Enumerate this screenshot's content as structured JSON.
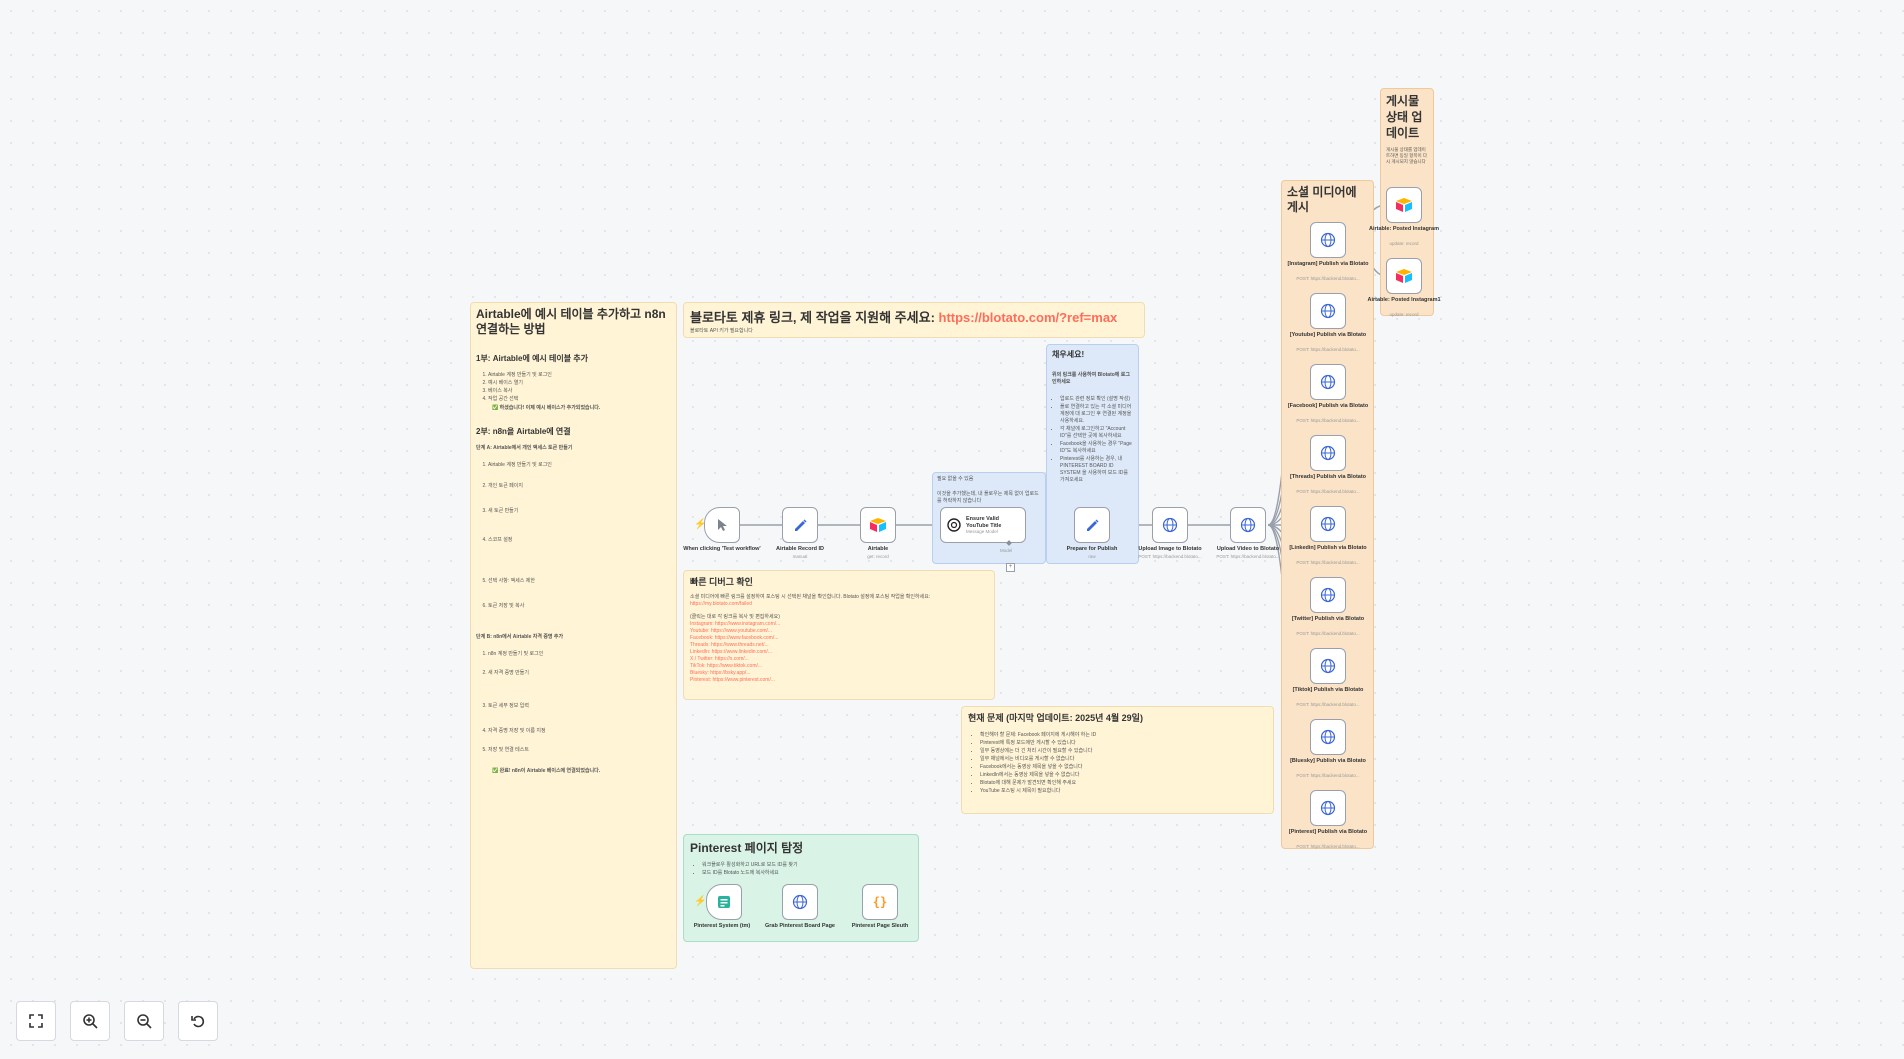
{
  "notes": {
    "airtable_guide": {
      "title": "Airtable에 예시 테이블 추가하고 n8n 연결하는 방법",
      "part1_heading": "1부: Airtable에 예시 테이블 추가",
      "part1_items": [
        "Airtable 계정 만들기 및 로그인",
        "예시 베이스 열기",
        "베이스 복사",
        "작업 공간 선택",
        "✅ 하셨습니다! 이제 예시 베이스가 추가되었습니다."
      ],
      "part2_heading": "2부: n8n을 Airtable에 연결",
      "step_a": "단계 A: Airtable에서 개인 액세스 토큰 만들기",
      "step_a_items": [
        "Airtable 계정 만들기 및 로그인",
        "개인 토큰 페이지",
        "새 토큰 만들기",
        "스코프 설정",
        "선택 사항: 액세스 제한",
        "토큰 저장 및 복사"
      ],
      "step_b": "단계 B: n8n에서 Airtable 자격 증명 추가",
      "step_b_items": [
        "n8n 계정 만들기 및 로그인",
        "새 자격 증명 만들기",
        "토큰 세부 정보 입력",
        "자격 증명 저장 및 이름 지정",
        "저장 및 연결 테스트",
        "✅ 완료! n8n이 Airtable 베이스에 연결되었습니다."
      ]
    },
    "blotato_banner": {
      "title": "블로타토 제휴 링크, 제 작업을 지원해 주세요: ",
      "link": "https://blotato.com/?ref=max",
      "sub": "블로타토 API 키가 필요합니다"
    },
    "fill_in": {
      "title": "채우세요!",
      "body": "위의 링크를 사용하여 Blotato에 로그인하세요",
      "items": [
        "업로드 관련 정보 확인 (설명 작성)",
        "플로 연결하고 있는 각 소셜 미디어 계정에 대 로그인 후 연결된 계정을 사용하세요.",
        "각 채널에 로그인하고 \"Account ID\"를 선택한 곳에 복사하세요",
        "Facebook을 사용하는 경우 \"Page ID\"도 복사하세요",
        "Pinterest를 사용하는 경우, 내 PINTEREST BOARD ID SYSTEM 을 사용하여 보드 ID를 가져오세요"
      ]
    },
    "blue_sticky_small": {
      "title": "필요 없을 수 있음",
      "body": "이것을 추가했는데, 내 플로우는 제목 없이 업로드를 허락하지 않습니다"
    },
    "quick_debug": {
      "title": "빠른 디버그 확인",
      "body": "소셜 미디어에 빠른 링크를 설정하여 포스팅 시 선택된 채널을 확인합니다. Blotato 설정에 포스팅 작업을 확인하세요: ",
      "link": "https://my.blotato.com/failed",
      "links_intro": "(클릭는 대로 각 링크를 복사 및 편집하세요)",
      "links": [
        "Instagram: https://www.instagram.com/...",
        "Youtube: https://www.youtube.com/...",
        "Facebook: https://www.facebook.com/...",
        "Threads: https://www.threads.net/...",
        "LinkedIn: https://www.linkedin.com/...",
        "X / Twitter: https://x.com/...",
        "TikTok: https://www.tiktok.com/...",
        "Bluesky: https://bsky.app/...",
        "Pinterest: https://www.pinterest.com/..."
      ]
    },
    "current_issues": {
      "title": "현재 문제 (마지막 업데이트: 2025년 4월 29일)",
      "items": [
        "확인해야 할 문제: Facebook 페이지에 게시해야 하는 ID",
        "Pinterest에 특정 보드에만 게시할 수 있습니다",
        "일부 동영상에는 더 긴 처리 시간이 필요할 수 있습니다",
        "일부 채널에서는 비디오를 게시할 수 없습니다",
        "Facebook에서는 동영상 제목을 넣을 수 없습니다",
        "LinkedIn에서는 동영상 제목을 넣을 수 없습니다",
        "Blotato에 대해 문제가 발견되면 확인해 주세요",
        "YouTube 포스팅 시 제목이 필요합니다"
      ]
    },
    "pinterest_section": {
      "title": "Pinterest 페이지 탐정",
      "items": [
        "워크플로우 활성화하고 URL로 보드 ID를 찾기",
        "보드 ID를 Blotato 노드에 복사하세요"
      ]
    },
    "social_section": {
      "title": "소셜 미디어에 게시"
    },
    "update_section": {
      "title": "게시물 상태 업데이트",
      "body": "게시물 상태를 업데이트하면 동일 항목이 다시 게시되지 않습니다"
    }
  },
  "workflow": {
    "main_nodes": [
      {
        "label": "When clicking 'Test workflow'",
        "sub": "",
        "icon": "cursor-icon"
      },
      {
        "label": "Airtable Record ID",
        "sub": "manual",
        "icon": "pencil-icon"
      },
      {
        "label": "Airtable",
        "sub": "get: record",
        "icon": "airtable-icon"
      },
      {
        "label": "Ensure Valid YouTube Title",
        "sub": "Message Model",
        "icon": "openai-icon"
      },
      {
        "label": "Prepare for Publish",
        "sub": "raw",
        "icon": "pencil-icon"
      },
      {
        "label": "Upload Image to Blotato",
        "sub": "POST: https://backend.blotato...",
        "icon": "globe-icon"
      },
      {
        "label": "Upload Video to Blotato",
        "sub": "POST: https://backend.blotato...",
        "icon": "globe-icon"
      }
    ],
    "model_label": "Model",
    "publish_nodes": [
      {
        "label": "[Instagram] Publish via Blotato",
        "sub": "POST: https://backend.blotato..."
      },
      {
        "label": "[Youtube] Publish via Blotato",
        "sub": "POST: https://backend.blotato..."
      },
      {
        "label": "[Facebook] Publish via Blotato",
        "sub": "POST: https://backend.blotato..."
      },
      {
        "label": "[Threads] Publish via Blotato",
        "sub": "POST: https://backend.blotato..."
      },
      {
        "label": "[Linkedin] Publish via Blotato",
        "sub": "POST: https://backend.blotato..."
      },
      {
        "label": "[Twitter] Publish via Blotato",
        "sub": "POST: https://backend.blotato..."
      },
      {
        "label": "[Tiktok] Publish via Blotato",
        "sub": "POST: https://backend.blotato..."
      },
      {
        "label": "[Bluesky] Publish via Blotato",
        "sub": "POST: https://backend.blotato..."
      },
      {
        "label": "[Pinterest] Publish via Blotato",
        "sub": "POST: https://backend.blotato..."
      }
    ],
    "update_nodes": [
      {
        "label": "Airtable: Posted Instagram",
        "sub": "update: record"
      },
      {
        "label": "Airtable: Posted Instagram1",
        "sub": "update: record"
      }
    ],
    "pinterest_nodes": [
      {
        "label": "Pinterest System (tm)",
        "icon": "form-icon"
      },
      {
        "label": "Grab Pinterest Board Page",
        "icon": "globe-icon"
      },
      {
        "label": "Pinterest Page Sleuth",
        "icon": "code-icon"
      }
    ]
  },
  "controls": [
    {
      "name": "fit-view-button",
      "icon": "fullscreen-icon"
    },
    {
      "name": "zoom-in-button",
      "icon": "zoom-in-icon"
    },
    {
      "name": "zoom-out-button",
      "icon": "zoom-out-icon"
    },
    {
      "name": "reset-zoom-button",
      "icon": "undo-icon"
    }
  ],
  "colors": {
    "accent": "#ff6d5a",
    "sticky_yellow": "#fff4d6",
    "sticky_orange": "#fbe3c7",
    "sticky_blue": "#dde9f8",
    "sticky_green": "#d9f3e7"
  }
}
